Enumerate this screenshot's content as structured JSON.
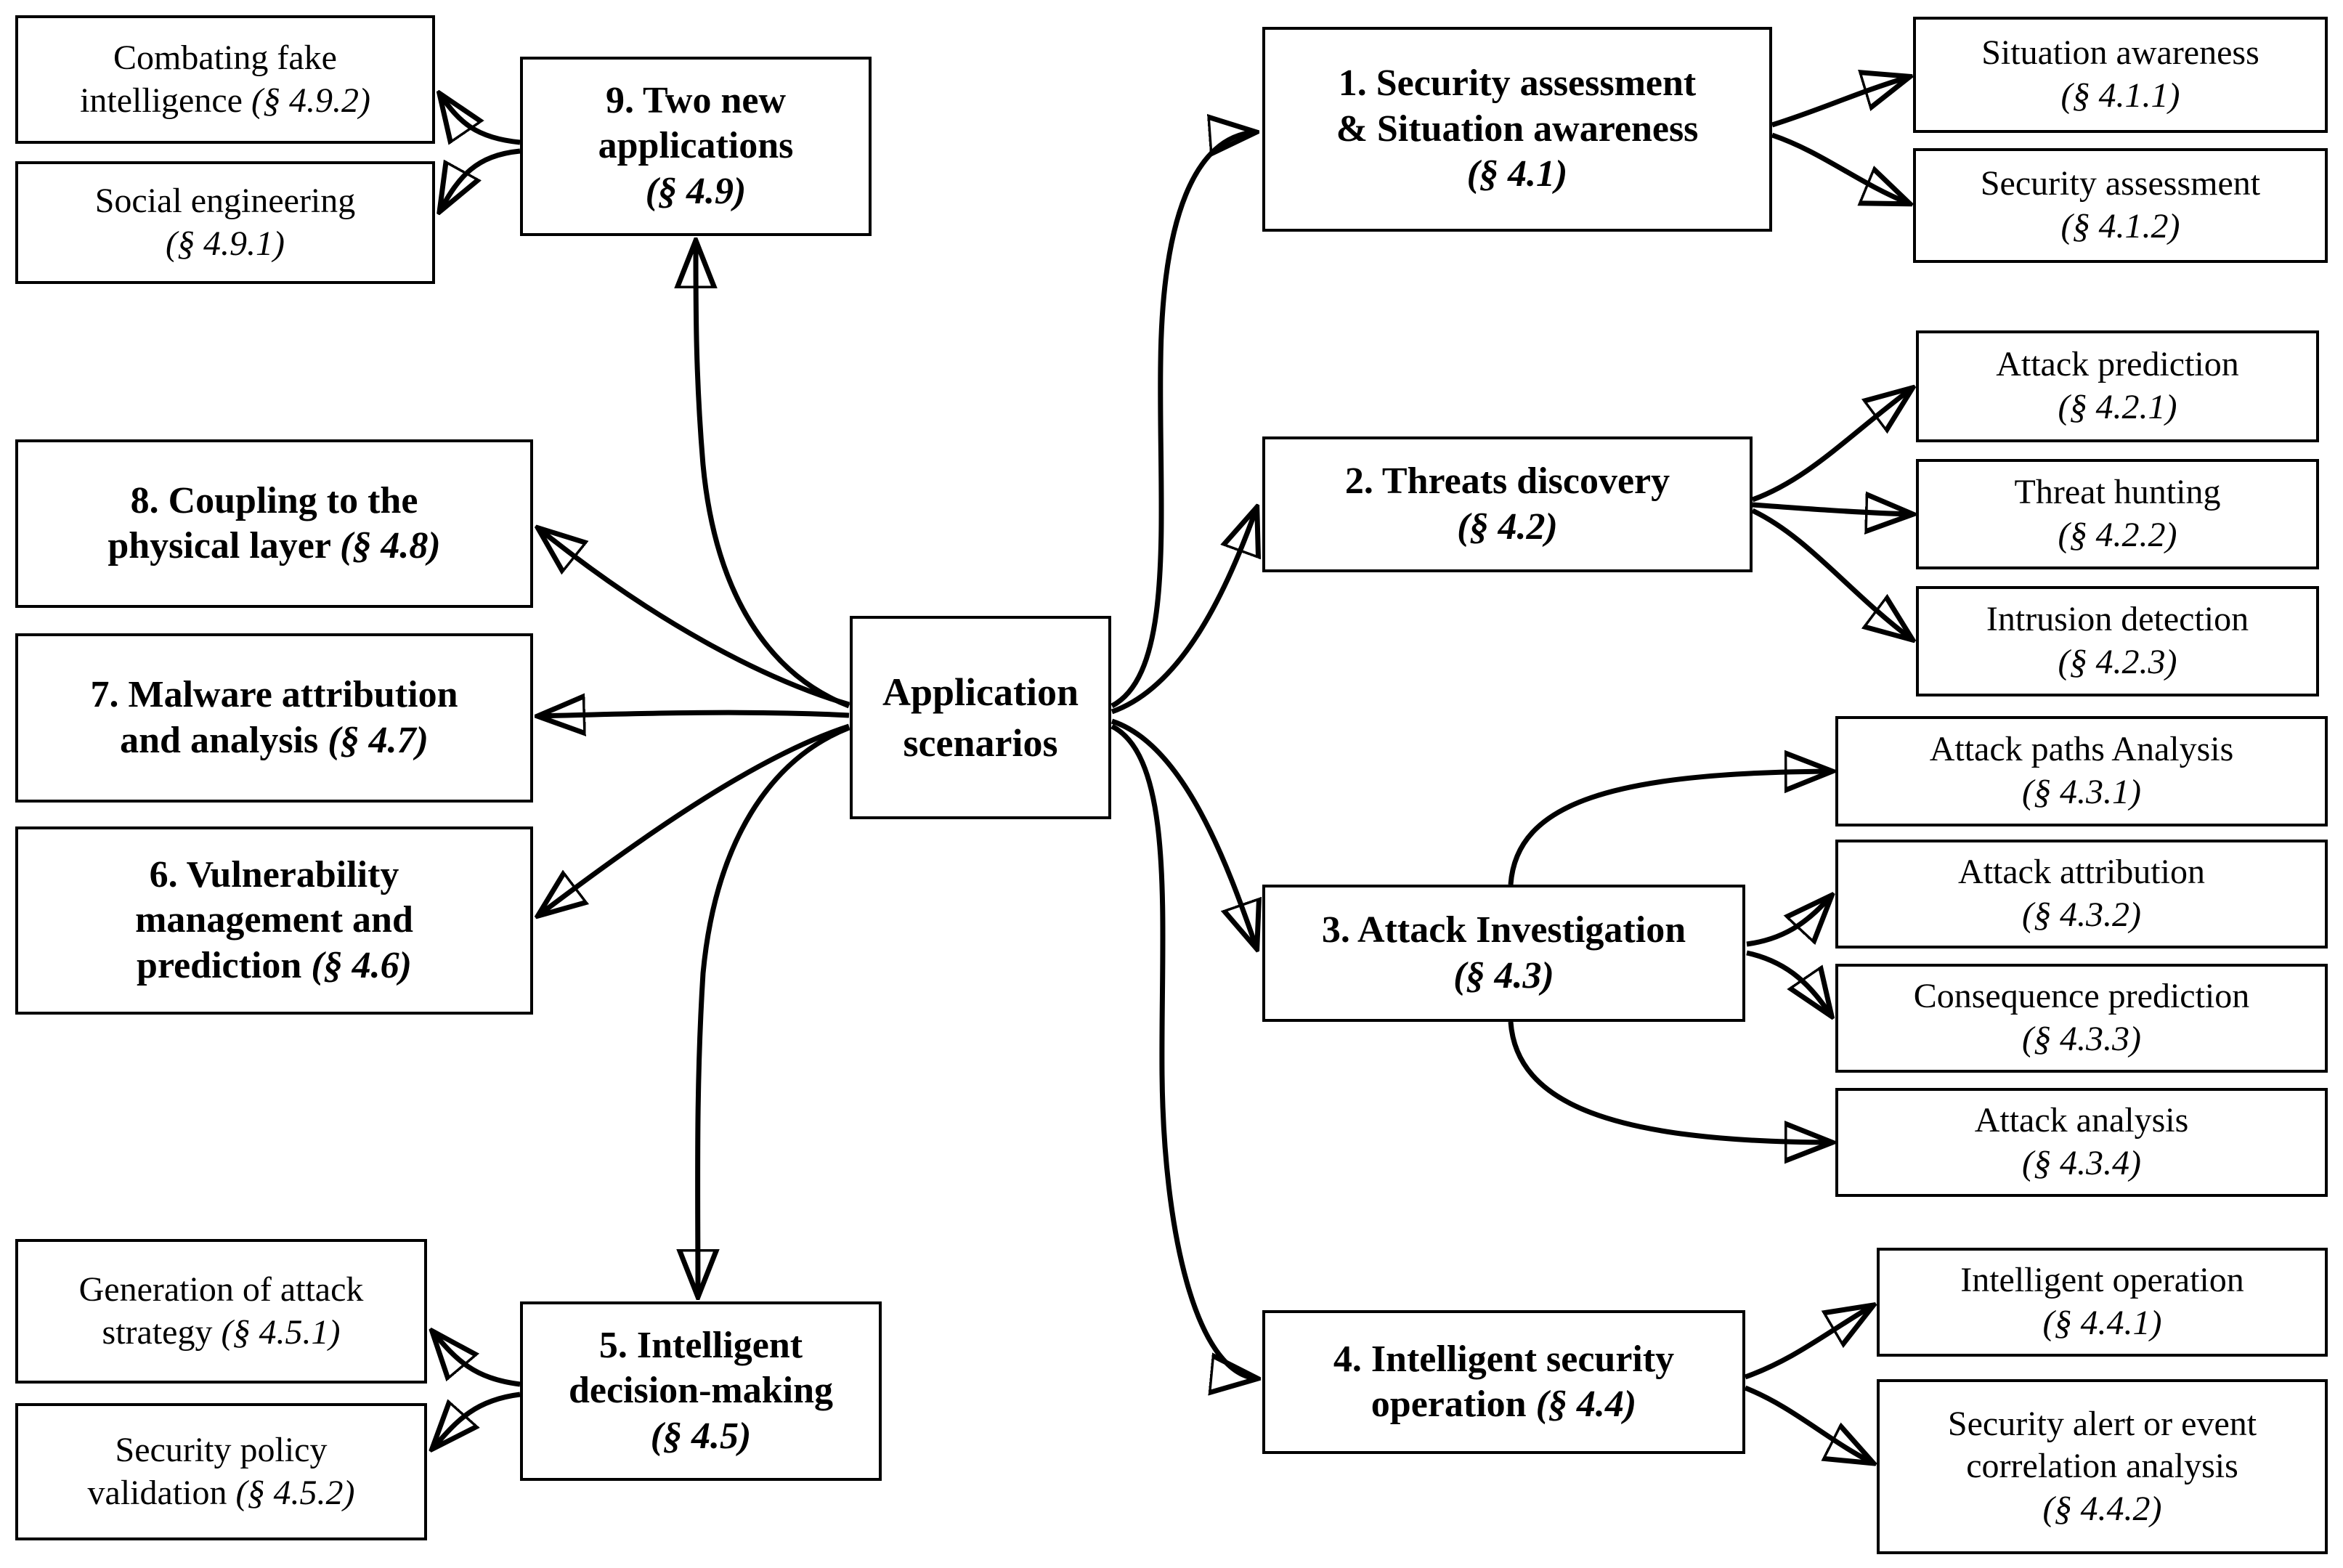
{
  "nodes": {
    "center": {
      "lines": [
        "Application",
        "scenarios"
      ],
      "ref": ""
    },
    "s41": {
      "lines": [
        "1. Security assessment",
        "& Situation awareness"
      ],
      "ref": "(§ 4.1)"
    },
    "s411": {
      "lines": [
        "Situation awareness"
      ],
      "ref": "(§ 4.1.1)"
    },
    "s412": {
      "lines": [
        "Security assessment"
      ],
      "ref": "(§ 4.1.2)"
    },
    "s42": {
      "lines": [
        "2. Threats discovery"
      ],
      "ref": "(§ 4.2)"
    },
    "s421": {
      "lines": [
        "Attack prediction"
      ],
      "ref": "(§ 4.2.1)"
    },
    "s422": {
      "lines": [
        "Threat hunting"
      ],
      "ref": "(§ 4.2.2)"
    },
    "s423": {
      "lines": [
        "Intrusion detection"
      ],
      "ref": "(§ 4.2.3)"
    },
    "s43": {
      "lines": [
        "3. Attack Investigation"
      ],
      "ref": "(§ 4.3)"
    },
    "s431": {
      "lines": [
        "Attack paths Analysis"
      ],
      "ref": "(§ 4.3.1)"
    },
    "s432": {
      "lines": [
        "Attack attribution"
      ],
      "ref": "(§ 4.3.2)"
    },
    "s433": {
      "lines": [
        "Consequence prediction"
      ],
      "ref": "(§ 4.3.3)"
    },
    "s434": {
      "lines": [
        "Attack analysis"
      ],
      "ref": "(§ 4.3.4)"
    },
    "s44": {
      "lines": [
        "4. Intelligent security",
        "operation"
      ],
      "ref": "(§ 4.4)"
    },
    "s441": {
      "lines": [
        "Intelligent operation"
      ],
      "ref": "(§ 4.4.1)"
    },
    "s442": {
      "lines": [
        "Security alert or event",
        "correlation analysis"
      ],
      "ref": "(§ 4.4.2)"
    },
    "s45": {
      "lines": [
        "5. Intelligent",
        "decision-making"
      ],
      "ref": "(§ 4.5)"
    },
    "s451": {
      "lines": [
        "Generation of attack",
        "strategy"
      ],
      "ref": "(§ 4.5.1)"
    },
    "s452": {
      "lines": [
        "Security policy",
        "validation"
      ],
      "ref": "(§ 4.5.2)"
    },
    "s46": {
      "lines": [
        "6. Vulnerability",
        "management and",
        "prediction"
      ],
      "ref": "(§ 4.6)"
    },
    "s47": {
      "lines": [
        "7. Malware attribution",
        "and analysis"
      ],
      "ref": "(§ 4.7)"
    },
    "s48": {
      "lines": [
        "8. Coupling to the",
        "physical layer"
      ],
      "ref": "(§ 4.8)"
    },
    "s49": {
      "lines": [
        "9. Two new",
        "applications"
      ],
      "ref": "(§ 4.9)"
    },
    "s491": {
      "lines": [
        "Social engineering"
      ],
      "ref": "(§ 4.9.1)"
    },
    "s492": {
      "lines": [
        "Combating fake",
        "intelligence"
      ],
      "ref": "(§ 4.9.2)"
    }
  },
  "edges": [
    {
      "from": "center",
      "to": "s41"
    },
    {
      "from": "center",
      "to": "s42"
    },
    {
      "from": "center",
      "to": "s43"
    },
    {
      "from": "center",
      "to": "s44"
    },
    {
      "from": "center",
      "to": "s45"
    },
    {
      "from": "center",
      "to": "s46"
    },
    {
      "from": "center",
      "to": "s47"
    },
    {
      "from": "center",
      "to": "s48"
    },
    {
      "from": "center",
      "to": "s49"
    },
    {
      "from": "s41",
      "to": "s411"
    },
    {
      "from": "s41",
      "to": "s412"
    },
    {
      "from": "s42",
      "to": "s421"
    },
    {
      "from": "s42",
      "to": "s422"
    },
    {
      "from": "s42",
      "to": "s423"
    },
    {
      "from": "s43",
      "to": "s431"
    },
    {
      "from": "s43",
      "to": "s432"
    },
    {
      "from": "s43",
      "to": "s433"
    },
    {
      "from": "s43",
      "to": "s434"
    },
    {
      "from": "s44",
      "to": "s441"
    },
    {
      "from": "s44",
      "to": "s442"
    },
    {
      "from": "s45",
      "to": "s451"
    },
    {
      "from": "s45",
      "to": "s452"
    },
    {
      "from": "s49",
      "to": "s492"
    },
    {
      "from": "s49",
      "to": "s491"
    }
  ]
}
